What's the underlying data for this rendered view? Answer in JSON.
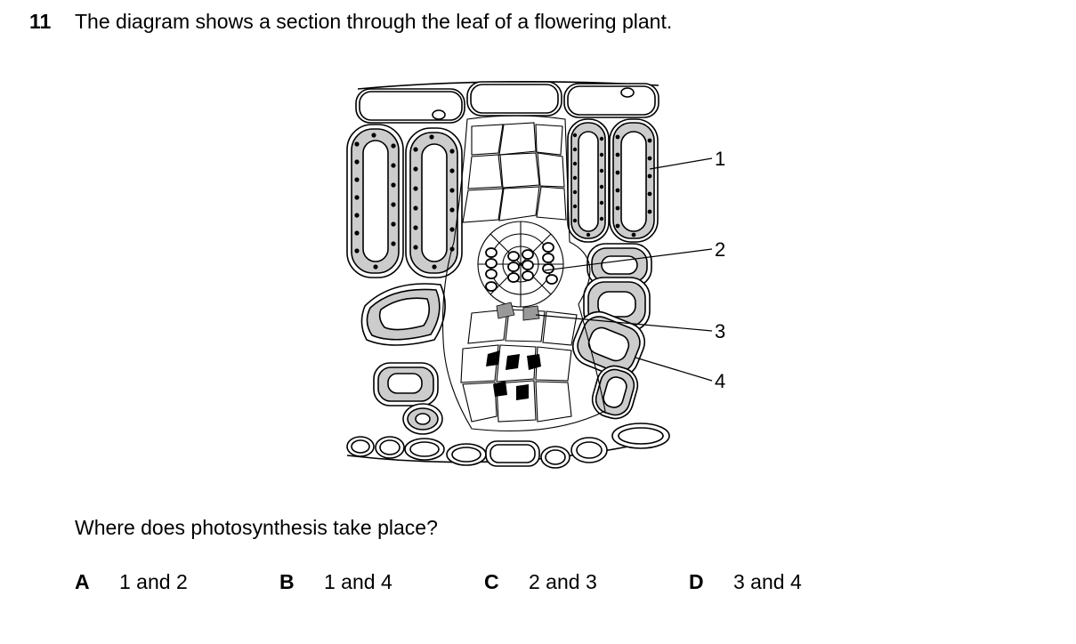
{
  "question": {
    "number": "11",
    "text": "The diagram shows a section through the leaf of a flowering plant.",
    "prompt": "Where does photosynthesis take place?"
  },
  "diagram": {
    "labels": [
      "1",
      "2",
      "3",
      "4"
    ]
  },
  "options": [
    {
      "letter": "A",
      "text": "1 and 2"
    },
    {
      "letter": "B",
      "text": "1 and 4"
    },
    {
      "letter": "C",
      "text": "2 and 3"
    },
    {
      "letter": "D",
      "text": "3 and 4"
    }
  ]
}
